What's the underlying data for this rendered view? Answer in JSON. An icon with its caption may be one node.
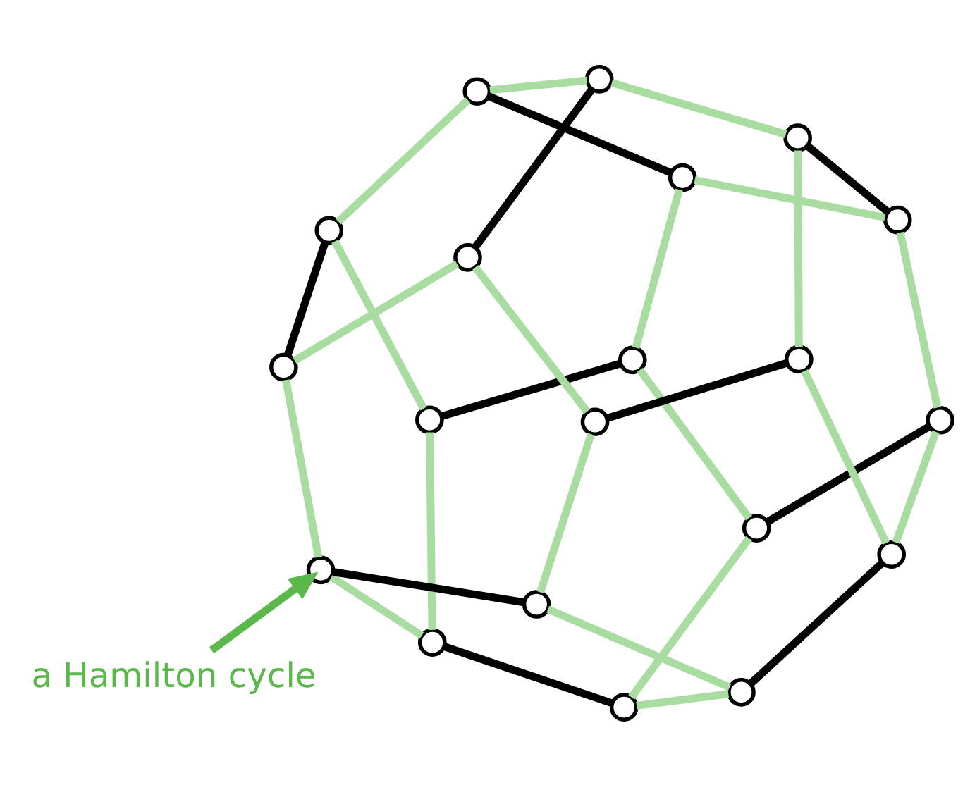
{
  "diagram": {
    "nodes": [
      {
        "text": [
          "a Hamilton cycle"
        ]
      },
      {
        "text": [],
        "shape": "circle"
      },
      {
        "text": [],
        "shape": "circle"
      },
      {
        "text": [],
        "shape": "circle"
      },
      {
        "text": [],
        "shape": "circle"
      },
      {
        "text": [],
        "shape": "circle"
      },
      {
        "text": [],
        "shape": "circle"
      },
      {
        "text": [],
        "shape": "circle"
      },
      {
        "text": [],
        "shape": "circle"
      },
      {
        "text": [],
        "shape": "circle"
      },
      {
        "text": [],
        "shape": "circle"
      },
      {
        "text": [],
        "shape": "circle"
      },
      {
        "text": [],
        "shape": "circle"
      },
      {
        "text": [],
        "shape": "circle"
      },
      {
        "text": [],
        "shape": "circle"
      },
      {
        "text": [],
        "shape": "circle"
      },
      {
        "text": [],
        "shape": "circle"
      },
      {
        "text": [],
        "shape": "circle"
      },
      {
        "text": [],
        "shape": "circle"
      },
      {
        "text": [],
        "shape": "circle"
      },
      {
        "text": [],
        "shape": "circle"
      }
    ],
    "edges": [
      {
        "from": 0,
        "to": 4,
        "arrow": "to",
        "color": "#5bb84a"
      },
      {
        "from": 1,
        "to": 6,
        "arrow": "none"
      },
      {
        "from": 6,
        "to": 20,
        "arrow": "none"
      },
      {
        "from": 20,
        "to": 19,
        "arrow": "none",
        "color": "#000000"
      },
      {
        "from": 19,
        "to": 4,
        "arrow": "none"
      },
      {
        "from": 4,
        "to": 1,
        "arrow": "none"
      },
      {
        "from": 1,
        "to": 2,
        "arrow": "none",
        "color": "#000000"
      },
      {
        "from": 4,
        "to": 7,
        "arrow": "none",
        "color": "#000000"
      },
      {
        "from": 19,
        "to": 17,
        "arrow": "none"
      },
      {
        "from": 20,
        "to": 18,
        "arrow": "none"
      },
      {
        "from": 6,
        "to": 8,
        "arrow": "none",
        "color": "#000000"
      },
      {
        "from": 2,
        "to": 3,
        "arrow": "none"
      },
      {
        "from": 3,
        "to": 7,
        "arrow": "none"
      },
      {
        "from": 7,
        "to": 11,
        "arrow": "none"
      },
      {
        "from": 11,
        "to": 17,
        "arrow": "none"
      },
      {
        "from": 17,
        "to": 16,
        "arrow": "none",
        "color": "#000000"
      },
      {
        "from": 16,
        "to": 18,
        "arrow": "none"
      },
      {
        "from": 18,
        "to": 14,
        "arrow": "none",
        "color": "#000000"
      },
      {
        "from": 14,
        "to": 8,
        "arrow": "none"
      },
      {
        "from": 8,
        "to": 5,
        "arrow": "none"
      },
      {
        "from": 5,
        "to": 2,
        "arrow": "none"
      },
      {
        "from": 3,
        "to": 9,
        "arrow": "none",
        "color": "#000000"
      },
      {
        "from": 5,
        "to": 10,
        "arrow": "none",
        "color": "#000000"
      },
      {
        "from": 14,
        "to": 13,
        "arrow": "none"
      },
      {
        "from": 16,
        "to": 15,
        "arrow": "none"
      },
      {
        "from": 11,
        "to": 12,
        "arrow": "none",
        "color": "#000000"
      },
      {
        "from": 9,
        "to": 10,
        "arrow": "none"
      },
      {
        "from": 10,
        "to": 13,
        "arrow": "none"
      },
      {
        "from": 13,
        "to": 15,
        "arrow": "none",
        "color": "#000000"
      },
      {
        "from": 15,
        "to": 12,
        "arrow": "none"
      },
      {
        "from": 12,
        "to": 9,
        "arrow": "none"
      }
    ]
  }
}
